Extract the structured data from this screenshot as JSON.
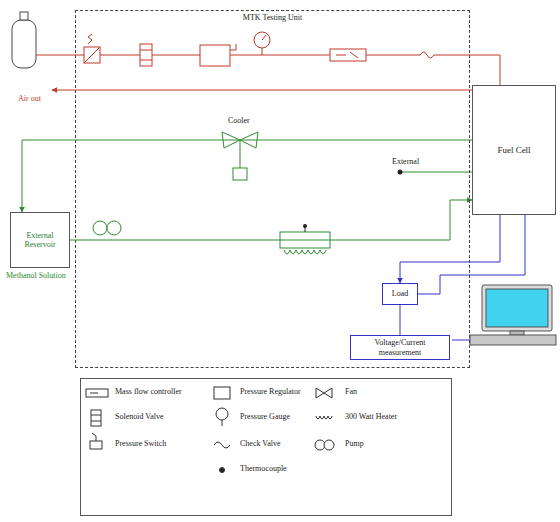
{
  "diagram": {
    "nodes": [
      {
        "text": [
          "MTK Testing Unit"
        ]
      },
      {
        "text": [
          "Fuel Cell"
        ]
      },
      {
        "text": [
          "External Reservoir"
        ]
      },
      {
        "text": [
          "Load"
        ],
        "in": 0
      },
      {
        "text": [
          "Voltage/Current measurement"
        ],
        "in": 0
      }
    ],
    "edges": [
      {
        "from": 2,
        "to": 1,
        "arrow": "to"
      },
      {
        "from": 1,
        "to": 2,
        "arrow": "to"
      },
      {
        "from": 1,
        "to": 3,
        "arrow": "to"
      },
      {
        "from": 3,
        "to": 1,
        "arrow": "none"
      },
      {
        "from": 3,
        "to": 4,
        "arrow": "none"
      }
    ],
    "labels": [
      "Air out",
      "Cooler",
      "External",
      "Methanol Solution"
    ],
    "legend": [
      {
        "text": "Mass flow controller"
      },
      {
        "text": "Pressure Regulator"
      },
      {
        "text": "Fan"
      },
      {
        "text": "Solenoid Valve"
      },
      {
        "text": "Pressure Gauge"
      },
      {
        "text": "300 Watt Heater"
      },
      {
        "text": "Pressure Switch"
      },
      {
        "text": "Check Valve"
      },
      {
        "text": "Pump"
      },
      {
        "text": "Thermocouple"
      }
    ]
  }
}
